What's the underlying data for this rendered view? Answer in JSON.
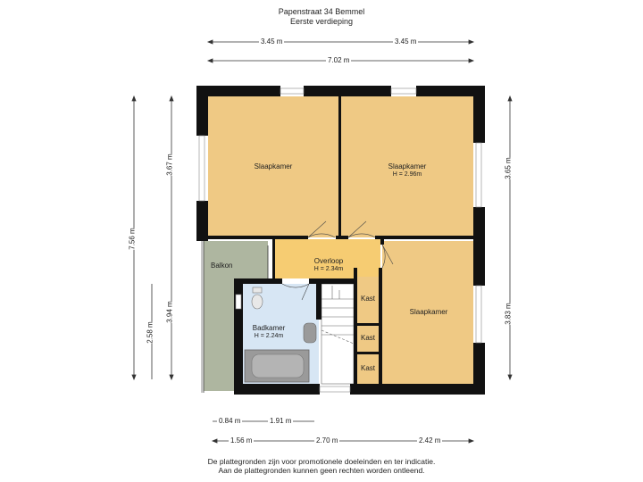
{
  "header": {
    "address": "Papenstraat 34 Bemmel",
    "floor": "Eerste verdieping"
  },
  "dimensions": {
    "top_left": "3.45 m",
    "top_right": "3.45 m",
    "top_total": "7.02 m",
    "left_outer": "7.56 m",
    "left_upper": "3.67 m",
    "left_lower": "3.94 m",
    "left_inner": "2.58 m",
    "right_upper": "3.65 m",
    "right_lower": "3.83 m",
    "bottom_a1": "0.84 m",
    "bottom_a2": "1.91 m",
    "bottom_b1": "1.56 m",
    "bottom_b2": "2.70 m",
    "bottom_b3": "2.42 m"
  },
  "rooms": {
    "bedroom1": {
      "name": "Slaapkamer"
    },
    "bedroom2": {
      "name": "Slaapkamer",
      "height": "H = 2.96m"
    },
    "landing": {
      "name": "Overloop",
      "height": "H = 2.34m"
    },
    "balcony": {
      "name": "Balkon"
    },
    "bathroom": {
      "name": "Badkamer",
      "height": "H = 2.24m"
    },
    "bedroom3": {
      "name": "Slaapkamer"
    },
    "closet1": {
      "name": "Kast"
    },
    "closet2": {
      "name": "Kast"
    },
    "closet3": {
      "name": "Kast"
    }
  },
  "colors": {
    "room": "#efc984",
    "landing": "#f6cc72",
    "bath": "#d7e6f4",
    "balcony": "#aeb6a0",
    "wall": "#111111"
  },
  "footer": {
    "line1": "De plattegronden zijn voor promotionele doeleinden en ter indicatie.",
    "line2": "Aan de plattegronden kunnen geen rechten worden ontleend."
  }
}
